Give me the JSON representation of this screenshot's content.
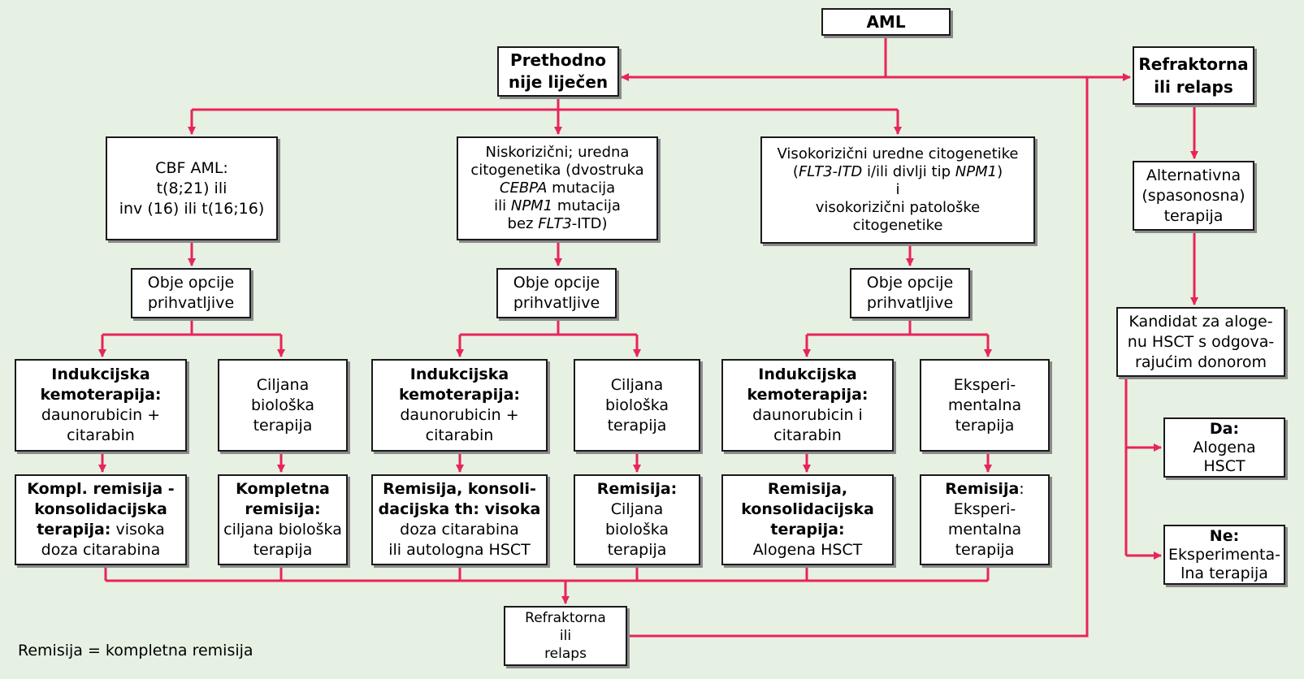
{
  "colors": {
    "background": "#e6f0e3",
    "connector": "#e8245a",
    "box_border": "#1a1a1a",
    "box_fill": "#ffffff"
  },
  "nodes": {
    "aml": "AML",
    "untreated": [
      "Prethodno",
      "nije liječen"
    ],
    "refractory_top": [
      "Refraktorna",
      "ili relaps"
    ],
    "cbf": [
      "CBF AML:",
      "t(8;21) ili",
      "inv (16) ili t(16;16)"
    ],
    "lowrisk": {
      "l1": "Niskorizični; uredna",
      "l2": "citogenetika (dvostruka",
      "l3_italic": "CEBPA",
      "l3_rest": " mutacija",
      "l4_pre": "ili ",
      "l4_italic": "NPM1",
      "l4_rest": " mutacija",
      "l5_pre": "bez ",
      "l5_italic": "FLT3",
      "l5_rest": "-ITD)"
    },
    "highrisk": {
      "l1": "Visokorizični uredne citogenetike",
      "l2_open": "(",
      "l2_italic1": "FLT3-ITD",
      "l2_mid": " i/ili divlji tip ",
      "l2_italic2": "NPM1",
      "l2_close": ")",
      "l3": "i",
      "l4": "visokorizični patološke",
      "l5": "citogenetike"
    },
    "both_options": [
      "Obje opcije",
      "prihvatljive"
    ],
    "induction_a": {
      "bold1": "Indukcijska",
      "bold2": "kemoterapija:",
      "l3": "daunorubicin +",
      "l4": "citarabin"
    },
    "induction_c": {
      "bold1": "Indukcijska",
      "bold2": "kemoterapija:",
      "l3": "daunorubicin i",
      "l4": "citarabin"
    },
    "targeted": [
      "Ciljana",
      "biološka",
      "terapija"
    ],
    "experimental": [
      "Eksperi-",
      "mentalna",
      "terapija"
    ],
    "result_a1": {
      "bold1": "Kompl. remisija -",
      "bold2": "konsolidacijska",
      "bold3": "terapija:",
      "l3_rest": " visoka",
      "l4": "doza citarabina"
    },
    "result_a2": {
      "bold1": "Kompletna",
      "bold2": "remisija:",
      "l3": "ciljana biološka",
      "l4": "terapija"
    },
    "result_b1": {
      "bold1": "Remisija, konsoli-",
      "bold2": "dacijska th: visoka",
      "l3": "doza citarabina",
      "l4": "ili autologna HSCT"
    },
    "result_b2": {
      "bold1": "Remisija:",
      "l2": "Ciljana",
      "l3": "biološka",
      "l4": "terapija"
    },
    "result_c1": {
      "bold1": "Remisija,",
      "bold2": "konsolidacijska",
      "bold3": "terapija:",
      "l4": "Alogena HSCT"
    },
    "result_c2": {
      "bold1": "Remisija",
      "colon": ":",
      "l2": "Eksperi-",
      "l3": "mentalna",
      "l4": "terapija"
    },
    "refractory_bottom": [
      "Refraktorna",
      "ili",
      "relaps"
    ],
    "alternative": [
      "Alternativna",
      "(spasonosna)",
      "terapija"
    ],
    "candidate": [
      "Kandidat za aloge-",
      "nu HSCT s odgova-",
      "rajućim donorom"
    ],
    "yes": {
      "bold": "Da:",
      "l2": "Alogena",
      "l3": "HSCT"
    },
    "no": {
      "bold": "Ne:",
      "l2": "Eksperimenta-",
      "l3": "lna terapija"
    }
  },
  "footnote": "Remisija = kompletna remisija"
}
